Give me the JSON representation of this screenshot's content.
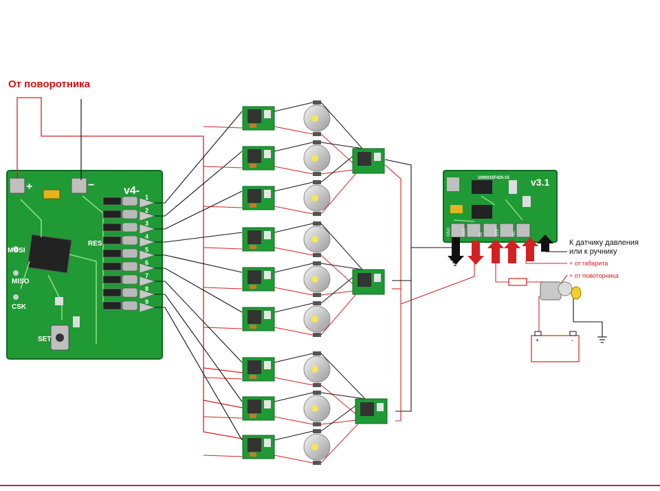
{
  "title": "От поворотника",
  "controller": {
    "version": "v4-",
    "pins": {
      "mosi": "MOSI",
      "miso": "MISO",
      "csk": "CSK",
      "set": "SET",
      "res": "RES",
      "plus": "+",
      "minus": "−"
    },
    "outputs": [
      "1",
      "2",
      "3",
      "4",
      "5",
      "6",
      "7",
      "8",
      "9"
    ]
  },
  "module": {
    "version": "v3.1",
    "part_number": "1000015F425-15",
    "pins": [
      "GND",
      "OUT",
      "IN",
      "STP",
      "NC"
    ]
  },
  "labels": {
    "sensor": "К датчику давления\nили к ручнику",
    "from_marker": "+ от габарита",
    "from_turn": "+ от повоторника"
  },
  "battery": {
    "plus": "+",
    "minus": "-"
  },
  "colors": {
    "wire_red": "#d42020",
    "wire_black": "#111111",
    "pcb_green": "#1f9a35",
    "accent": "#c0272d"
  }
}
